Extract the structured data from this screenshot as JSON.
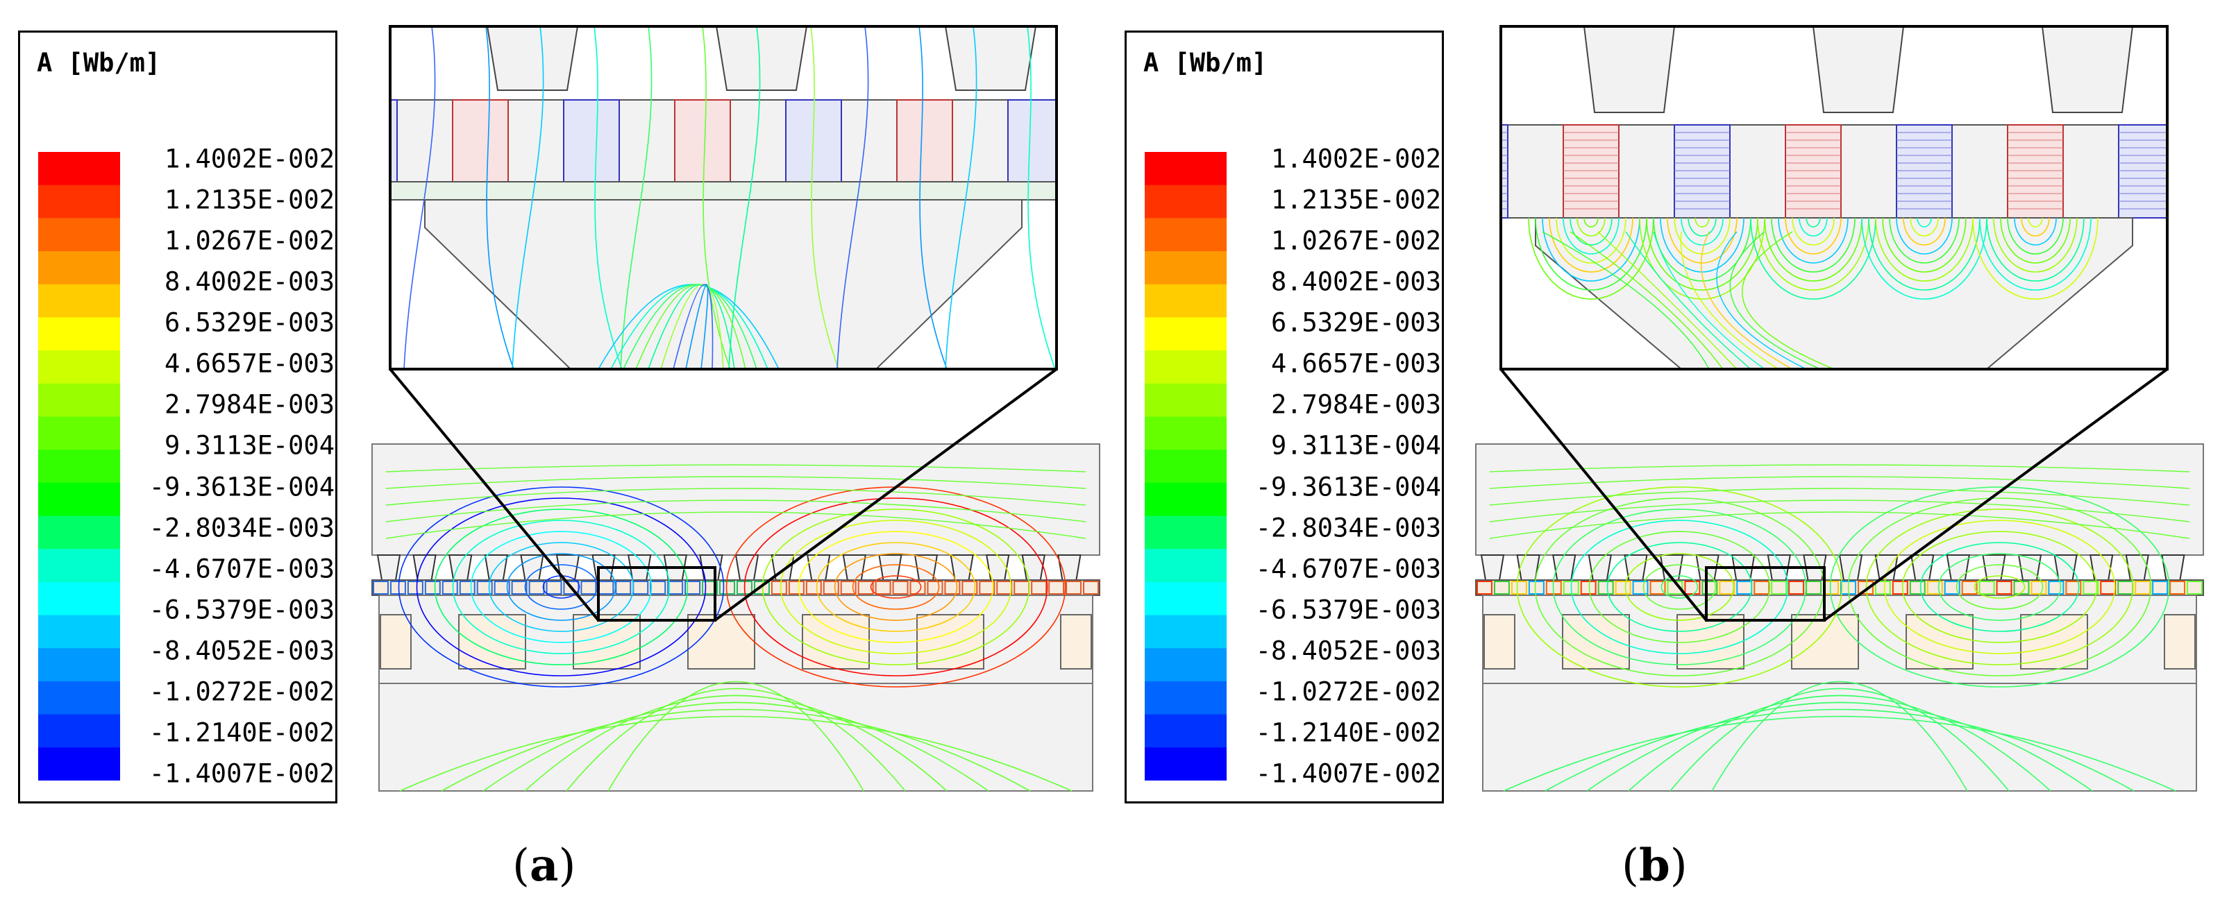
{
  "panels": [
    {
      "id": "a",
      "caption_open": "(",
      "caption_letter": "a",
      "caption_close": ")",
      "legend_unit": "A [Wb/m]",
      "legend_values": [
        "1.4002E-002",
        "1.2135E-002",
        "1.0267E-002",
        "8.4002E-003",
        "6.5329E-003",
        "4.6657E-003",
        "2.7984E-003",
        "9.3113E-004",
        "-9.3613E-004",
        "-2.8034E-003",
        "-4.6707E-003",
        "-6.5379E-003",
        "-8.4052E-003",
        "-1.0272E-002",
        "-1.2140E-002",
        "-1.4007E-002"
      ]
    },
    {
      "id": "b",
      "caption_open": "(",
      "caption_letter": "b",
      "caption_close": ")",
      "legend_unit": "A [Wb/m]",
      "legend_values": [
        "1.4002E-002",
        "1.2135E-002",
        "1.0267E-002",
        "8.4002E-003",
        "6.5329E-003",
        "4.6657E-003",
        "2.7984E-003",
        "9.3113E-004",
        "-9.3613E-004",
        "-2.8034E-003",
        "-4.6707E-003",
        "-6.5379E-003",
        "-8.4052E-003",
        "-1.0272E-002",
        "-1.2140E-002",
        "-1.4007E-002"
      ]
    }
  ],
  "colormap": [
    "#ff0000",
    "#ff3300",
    "#ff6600",
    "#ff9900",
    "#ffcc00",
    "#ffff00",
    "#ccff00",
    "#99ff00",
    "#66ff00",
    "#33ff00",
    "#00ff00",
    "#00ff66",
    "#00ffcc",
    "#00ffff",
    "#00ccff",
    "#0099ff",
    "#0066ff",
    "#0033ff",
    "#0000ff"
  ]
}
